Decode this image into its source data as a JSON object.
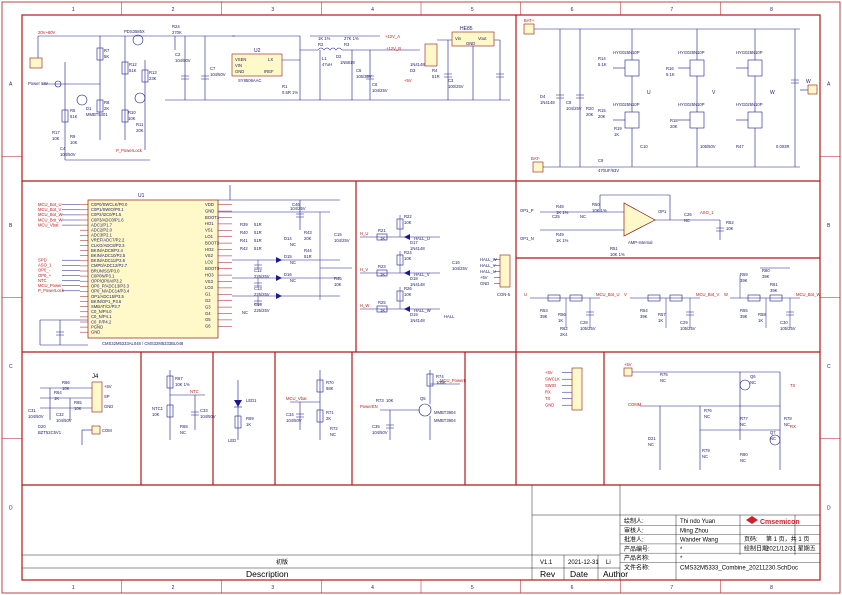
{
  "frame": {
    "cols": [
      "1",
      "2",
      "3",
      "4",
      "5",
      "6",
      "7",
      "8"
    ],
    "rows": [
      "A",
      "B",
      "C",
      "D"
    ]
  },
  "power": {
    "vin_label": "20V~60V",
    "batp_label": "BAT+",
    "batm_label": "BAT-",
    "power_sw": "Power SW",
    "power_lock": "P_PowerLock",
    "q_label": "PDS3585X",
    "reg_u2": "U2",
    "reg_name": "SY8506AAC",
    "reg_pins": [
      "VSEN",
      "VIN",
      "GND",
      "LX",
      "IREF"
    ],
    "u3_label": "HE85",
    "u3_pins": [
      "Vin",
      "Vout",
      "GND"
    ],
    "v12": "+12V_A",
    "v5": "+5V",
    "v12b": "+12V_B",
    "comp": [
      "R7",
      "5K",
      "R12",
      "51K",
      "R13",
      "23K",
      "R5",
      "51K",
      "C2",
      "104/50V",
      "R8",
      "2K",
      "R9",
      "10K",
      "D1",
      "MMBT5401",
      "R10",
      "10K",
      "R11",
      "20K",
      "R17",
      "10K",
      "C4",
      "104/50V",
      "R24",
      "270K",
      "C7",
      "104/50V",
      "R1",
      "0.5R 1%",
      "R2",
      "1K 1%",
      "R3",
      "27K 1%",
      "L1",
      "47uH",
      "D2",
      "1N5819",
      "C3",
      "100/25V",
      "C5",
      "105/35V",
      "C6",
      "104/25V",
      "D3",
      "1N4148",
      "R4",
      "51R"
    ]
  },
  "bridge": {
    "mosfets": [
      "HYG025N10P",
      "HYG025N10P",
      "HYG025N10P",
      "HYG025N10P",
      "HYG025N10P",
      "HYG025N10P"
    ],
    "phases": [
      "U",
      "V",
      "W"
    ],
    "out_label": "W",
    "comp": [
      "R14",
      "5.1K",
      "R15",
      "20K",
      "R16",
      "5.1K",
      "R18",
      "20K",
      "R19",
      "1K",
      "R20",
      "20K",
      "D4",
      "1N4148",
      "C8",
      "104/25V",
      "C9",
      "470UF/63V",
      "C10",
      "105/50V",
      "R47",
      "0.003R",
      "NC",
      "NC",
      "NC",
      "NC"
    ]
  },
  "mcu": {
    "ref": "U1",
    "part": "CMS32M5333AL048 / CMS32M5333BL048",
    "left_nets": [
      "MCU_Bot_U",
      "MCU_Bot_V",
      "MCU_Bot_W",
      "MCU_Bot_W",
      "MCU_Vbat",
      "SPD",
      "ASO_1",
      "OP0_-",
      "OP0_+",
      "NTC",
      "MCU_Power",
      "P_PowerLock"
    ],
    "pins": [
      "C0P0/SWCLK/P0.0",
      "C0P1/SWIO/P0.1",
      "C0P2/I2C0/P1.5",
      "C0P3/ADC0/P1.6",
      "ADC1/P1.7",
      "ADC2/P2.0",
      "ADC3/P2.1",
      "VREF/ADC7/P2.2",
      "CLKO/ADC8/P2.3",
      "BKIN/ADC9/P2.4",
      "BKIN/ADC10/P2.5",
      "BKIN/ADC11/P2.6",
      "CMP0/ADC12/P2.7",
      "BRUN/SS/P3.0",
      "C0P0N/P3.1",
      "OPP/OP0A/P3.2",
      "OP0_P/ADC13/P3.3",
      "OP0_N/ADC14/P3.4",
      "OP1/ADC15/P3.5",
      "BKIN/OP1_P3.6",
      "SMBAT/CI/P3.7",
      "C0_N/P4.0",
      "C0_N/P4.1",
      "C0_P/P4.2",
      "PGND",
      "GND"
    ],
    "right_pins": [
      "VDD",
      "GND",
      "BOOT1",
      "HO1",
      "VS1",
      "LO1",
      "BOOT2",
      "HO2",
      "VS2",
      "LO2",
      "BOOT3",
      "HO3",
      "VS3",
      "LO3",
      "G1",
      "G2",
      "G3",
      "G4",
      "G5",
      "G6"
    ],
    "comp": [
      "C46",
      "104/25V",
      "R39",
      "51R",
      "R40",
      "51R",
      "R41",
      "51R",
      "R42",
      "51R",
      "D14",
      "NC",
      "D15",
      "NC",
      "D16",
      "NC",
      "C12",
      "225/25V",
      "C13",
      "225/25V",
      "C14",
      "225/25V",
      "R43",
      "20K",
      "R44",
      "51R",
      "C15",
      "104/25V",
      "R45",
      "10K",
      "NC"
    ]
  },
  "hall": {
    "connector": "CON-5",
    "pins": [
      "HALL_W",
      "HALL_V",
      "HALL_U",
      "+5V",
      "GND"
    ],
    "inputs": [
      "H_U",
      "H_V",
      "H_W"
    ],
    "comp": [
      "R21",
      "1K",
      "R22",
      "10K",
      "D17",
      "1N4148",
      "R23",
      "1K",
      "R24",
      "10K",
      "D18",
      "1N4148",
      "R25",
      "1K",
      "R26",
      "10K",
      "D19",
      "1N4148",
      "C16",
      "104/25V",
      "HALL",
      "HALL_U",
      "HALL_V",
      "HALL_W"
    ]
  },
  "amp": {
    "label": "OP1",
    "name": "AMP-Internal",
    "inputs": [
      "OP1_P",
      "OP1_N"
    ],
    "out": "ASO_1",
    "comp": [
      "R48",
      "1K 1%",
      "R49",
      "1K 1%",
      "R50",
      "10K 1%",
      "R51",
      "10K 1%",
      "C25",
      "NC",
      "C26",
      "NC",
      "R52",
      "10K",
      "C27",
      "103/25V"
    ]
  },
  "bemf": {
    "nets": [
      "U",
      "V",
      "W",
      "MCU_Bot_U",
      "MCU_Bot_V",
      "MCU_Bot_W"
    ],
    "comp": [
      "R53",
      "39K",
      "R54",
      "39K",
      "R55",
      "39K",
      "R56",
      "1K",
      "R57",
      "1K",
      "R58",
      "1K",
      "C28",
      "105/25V",
      "C29",
      "105/25V",
      "C30",
      "105/25V",
      "R59",
      "39K",
      "R60",
      "39K",
      "R61",
      "39K",
      "R62",
      "2K4",
      "R63",
      "2K4"
    ]
  },
  "j4": {
    "ref": "J4",
    "pins": [
      "+5V",
      "SP",
      "GND",
      "COM"
    ],
    "comp": [
      "R64",
      "1K",
      "R65",
      "10K",
      "C31",
      "104/50V",
      "C32",
      "104/50V",
      "R66",
      "10K",
      "D20",
      "BZT52C5V1"
    ]
  },
  "ntc": {
    "label": "NTC",
    "comp": [
      "R67",
      "10K 1%",
      "NTC1",
      "10K",
      "C33",
      "104/50V",
      "R68",
      "NC"
    ]
  },
  "led": {
    "ref": "LED1",
    "label": "LED",
    "comp": [
      "R69",
      "1K"
    ]
  },
  "vbat": {
    "net": "MCU_Vbat",
    "comp": [
      "R70",
      "68K",
      "R71",
      "2K",
      "C34",
      "104/50V",
      "R72",
      "NC"
    ]
  },
  "pwrlock": {
    "net_in": "PowerEN",
    "net_out": "MCU_PowerL",
    "transistor": "MMBT3904",
    "comp": [
      "R73",
      "10K",
      "R74",
      "100K",
      "C35",
      "104/50V",
      "Q5",
      "MMBT3904"
    ]
  },
  "prog": {
    "pins": [
      "+5V",
      "SWCLK",
      "SWIO",
      "RX",
      "TX",
      "GND"
    ]
  },
  "comm": {
    "label": "COMM",
    "nets": [
      "+5V",
      "TX",
      "RX"
    ],
    "comp": [
      "R75",
      "NC",
      "Q6",
      "NC",
      "R76",
      "NC",
      "Q7",
      "NC",
      "R77",
      "NC",
      "R78",
      "NC",
      "D21",
      "NC",
      "R79",
      "NC",
      "R80",
      "NC"
    ]
  },
  "title_block": {
    "rows": [
      {
        "label": "绘制人:",
        "value": "Thi ndo Yuan"
      },
      {
        "label": "审核人:",
        "value": "Ming Zhou"
      },
      {
        "label": "批准人:",
        "value": "Wander Wang"
      },
      {
        "label": "产品编号:",
        "value": "*"
      },
      {
        "label": "产品名称:",
        "value": "*"
      },
      {
        "label": "文件名称:",
        "value": "CMS32M5333_Combine_20211230.SchDoc"
      }
    ],
    "company": "Cmsemicon",
    "right_rows": [
      {
        "label": "页码:",
        "value": "第 1 页，共 1 页"
      },
      {
        "label": "绘制日期:",
        "value": "2021/12/31 星期五"
      }
    ],
    "rev": "V1.1",
    "date": "2021-12-31",
    "author": "Li",
    "desc_label": "初版",
    "headers": [
      "Description",
      "Rev",
      "Date",
      "Author"
    ],
    "company_color": "#d01f2c"
  }
}
